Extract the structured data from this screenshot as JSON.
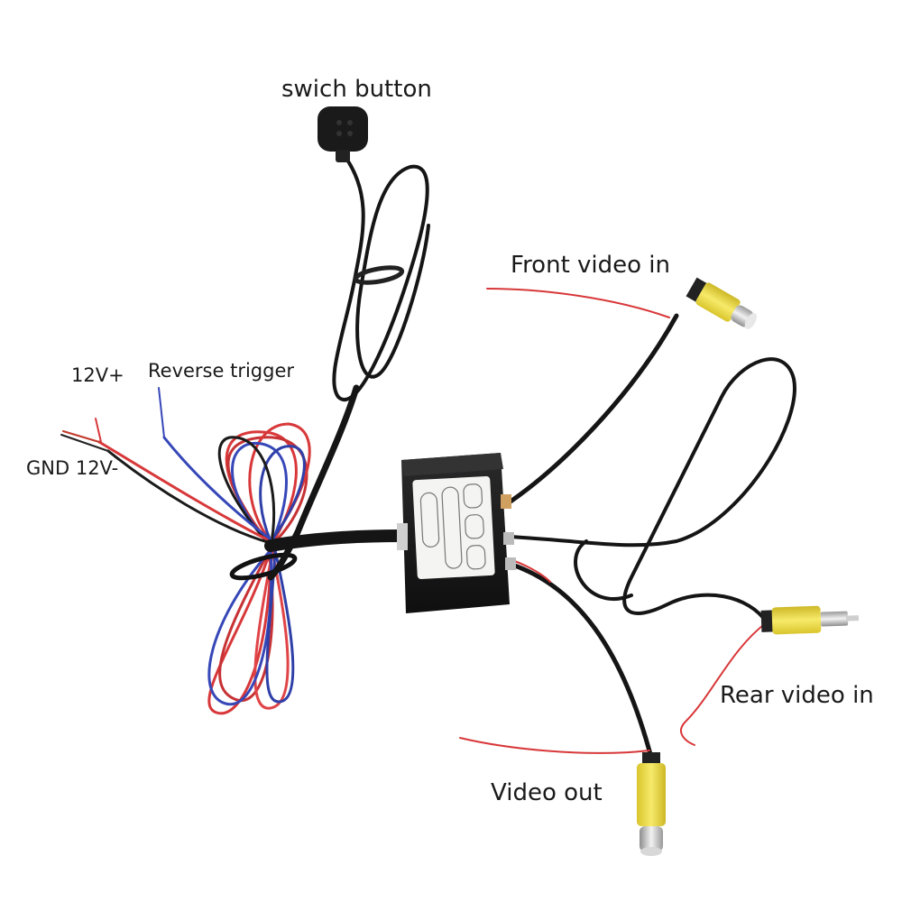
{
  "labels": {
    "switch_button": "swich button",
    "front_video_in": "Front video in",
    "twelve_v_plus": "12V+",
    "reverse_trigger": "Reverse trigger",
    "gnd_12v_minus": "GND 12V-",
    "rear_video_in": "Rear video in",
    "video_out": "Video out"
  },
  "colors": {
    "background": "#ffffff",
    "cable_black": "#151515",
    "wire_red": "#d8383a",
    "wire_blue": "#3647b8",
    "connector_yellow": "#f2df4a",
    "box_body": "#1c1c1c",
    "box_label": "#f4f4f2"
  },
  "icons": {
    "switch": "push-button-icon",
    "connector": "rca-connector-icon",
    "module": "switcher-box-icon"
  }
}
